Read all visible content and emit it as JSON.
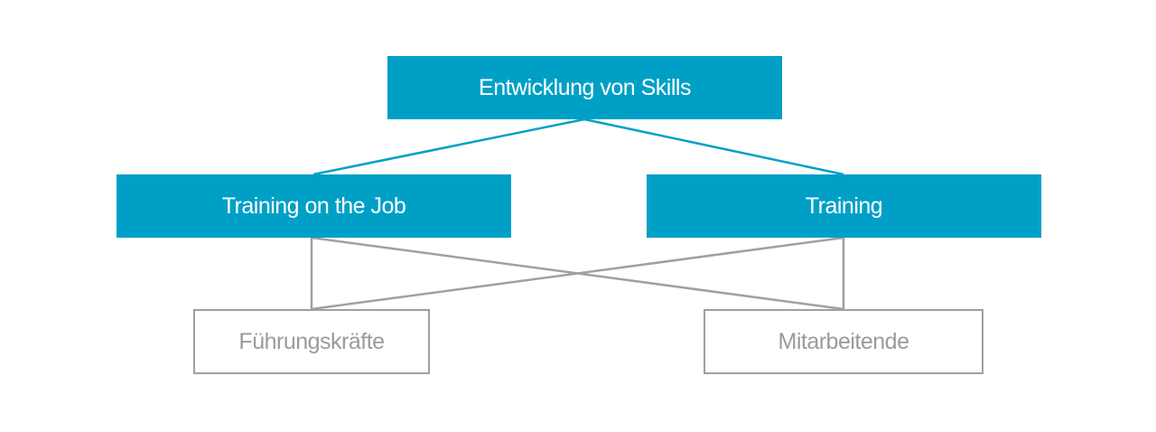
{
  "diagram": {
    "root": {
      "label": "Entwicklung von Skills"
    },
    "methods": [
      {
        "label": "Training on the Job"
      },
      {
        "label": "Training"
      }
    ],
    "audiences": [
      {
        "label": "Führungskräfte"
      },
      {
        "label": "Mitarbeitende"
      }
    ],
    "colors": {
      "primary_fill": "#00a0c6",
      "primary_text": "#ffffff",
      "secondary_border": "#a0a0a0",
      "secondary_text": "#9b9b9b",
      "primary_connector": "#00a0c6",
      "secondary_connector": "#a0a0a0"
    }
  }
}
